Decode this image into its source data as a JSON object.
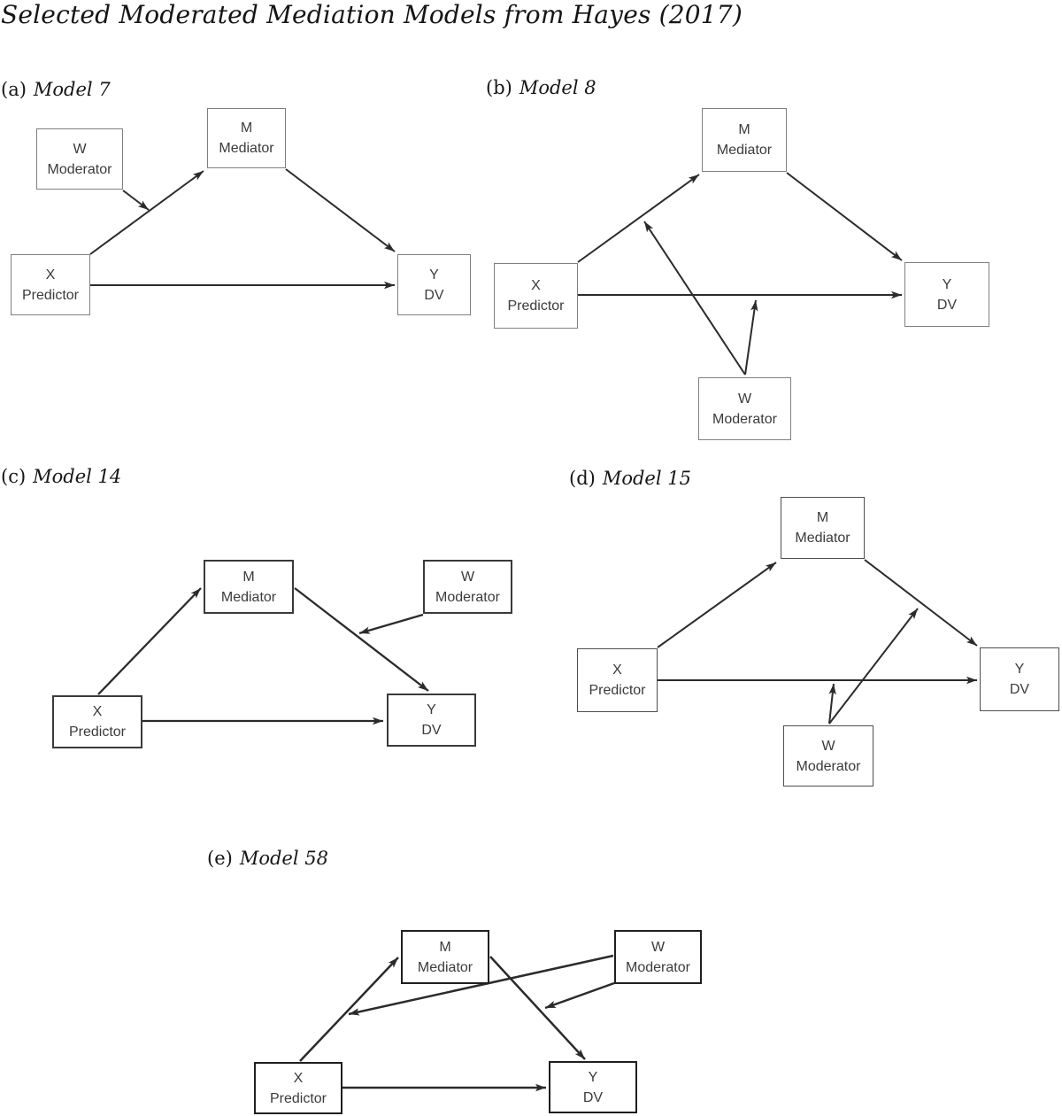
{
  "figure_title": "Selected Moderated Mediation Models from Hayes (2017)",
  "colors": {
    "background": "#ffffff",
    "arrow_line": "#2b2b2b",
    "box_border_light": "#7f7f7f",
    "box_border_medium": "#4f4f4f",
    "box_border_dark": "#3a3a3a",
    "box_border_heavy": "#1f1f1f",
    "box_text": "#3b3b3b"
  },
  "panels": {
    "a": {
      "prefix": "(a)",
      "model": "Model 7",
      "nodes": {
        "w": {
          "letter": "W",
          "role": "Moderator"
        },
        "m": {
          "letter": "M",
          "role": "Mediator"
        },
        "x": {
          "letter": "X",
          "role": "Predictor"
        },
        "y": {
          "letter": "Y",
          "role": "DV"
        }
      },
      "edges": [
        "X → M",
        "M → Y",
        "X → Y"
      ],
      "moderation": [
        "W moderates X → M"
      ]
    },
    "b": {
      "prefix": "(b)",
      "model": "Model 8",
      "nodes": {
        "m": {
          "letter": "M",
          "role": "Mediator"
        },
        "x": {
          "letter": "X",
          "role": "Predictor"
        },
        "y": {
          "letter": "Y",
          "role": "DV"
        },
        "w": {
          "letter": "W",
          "role": "Moderator"
        }
      },
      "edges": [
        "X → M",
        "M → Y",
        "X → Y"
      ],
      "moderation": [
        "W moderates X → M",
        "W moderates X → Y"
      ]
    },
    "c": {
      "prefix": "(c)",
      "model": "Model 14",
      "nodes": {
        "m": {
          "letter": "M",
          "role": "Mediator"
        },
        "w": {
          "letter": "W",
          "role": "Moderator"
        },
        "x": {
          "letter": "X",
          "role": "Predictor"
        },
        "y": {
          "letter": "Y",
          "role": "DV"
        }
      },
      "edges": [
        "X → M",
        "M → Y",
        "X → Y"
      ],
      "moderation": [
        "W moderates M → Y"
      ]
    },
    "d": {
      "prefix": "(d)",
      "model": "Model 15",
      "nodes": {
        "m": {
          "letter": "M",
          "role": "Mediator"
        },
        "x": {
          "letter": "X",
          "role": "Predictor"
        },
        "y": {
          "letter": "Y",
          "role": "DV"
        },
        "w": {
          "letter": "W",
          "role": "Moderator"
        }
      },
      "edges": [
        "X → M",
        "M → Y",
        "X → Y"
      ],
      "moderation": [
        "W moderates X → Y",
        "W moderates M → Y"
      ]
    },
    "e": {
      "prefix": "(e)",
      "model": "Model 58",
      "nodes": {
        "m": {
          "letter": "M",
          "role": "Mediator"
        },
        "w": {
          "letter": "W",
          "role": "Moderator"
        },
        "x": {
          "letter": "X",
          "role": "Predictor"
        },
        "y": {
          "letter": "Y",
          "role": "DV"
        }
      },
      "edges": [
        "X → M",
        "M → Y",
        "X → Y"
      ],
      "moderation": [
        "W moderates X → M",
        "W moderates M → Y"
      ]
    }
  }
}
